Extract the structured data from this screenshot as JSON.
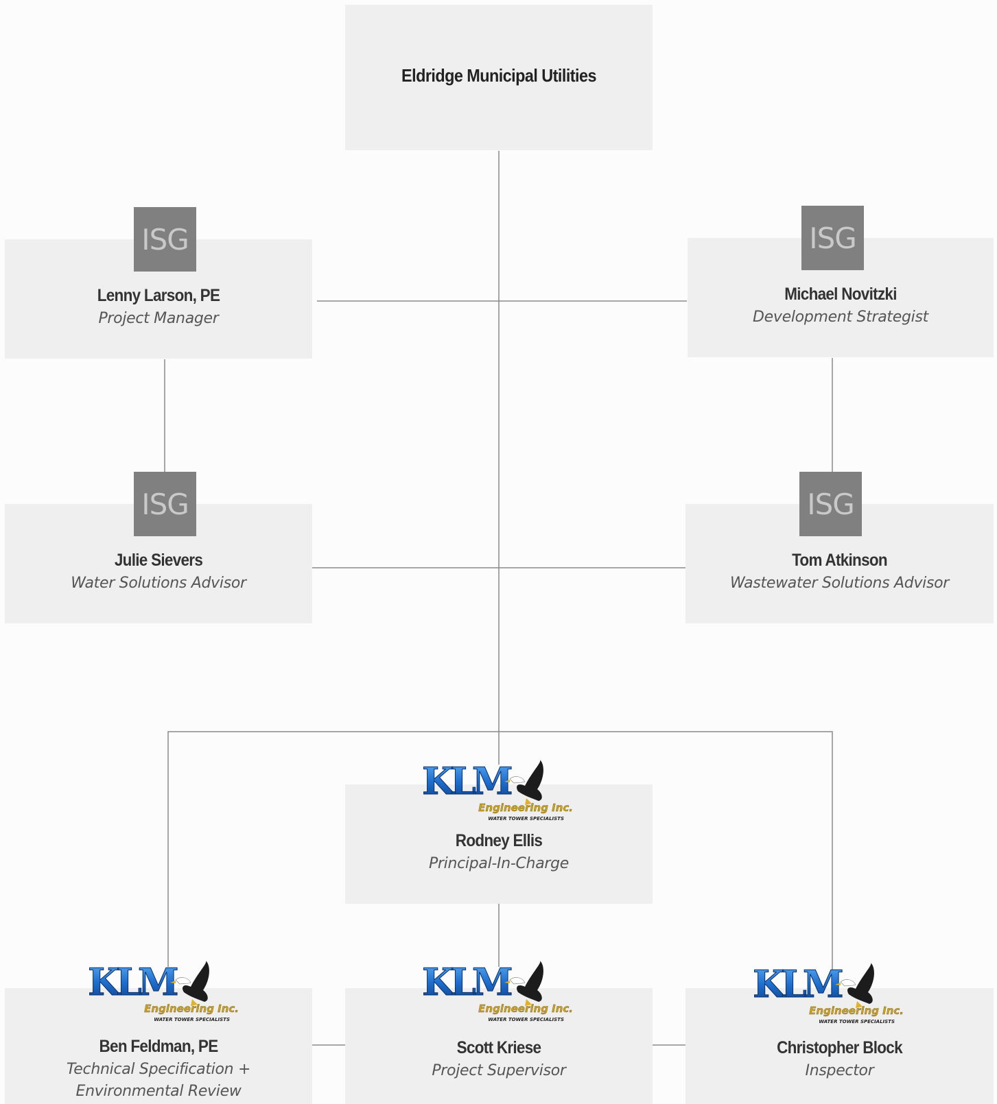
{
  "top": {
    "title": "Eldridge Municipal Utilities"
  },
  "logos": {
    "isg": "ISG",
    "klm": {
      "main": "KLM",
      "sub": "Engineering Inc.",
      "tag": "WATER TOWER SPECIALISTS"
    }
  },
  "people": {
    "lenny": {
      "name": "Lenny Larson, PE",
      "role": "Project Manager",
      "logo": "isg"
    },
    "michael": {
      "name": "Michael Novitzki",
      "role": "Development Strategist",
      "logo": "isg"
    },
    "julie": {
      "name": "Julie Sievers",
      "role": "Water Solutions Advisor",
      "logo": "isg"
    },
    "tom": {
      "name": "Tom Atkinson",
      "role": "Wastewater Solutions Advisor",
      "logo": "isg"
    },
    "rodney": {
      "name": "Rodney Ellis",
      "role": "Principal-In-Charge",
      "logo": "klm"
    },
    "ben": {
      "name": "Ben Feldman, PE",
      "role_line1": "Technical Specification +",
      "role_line2": "Environmental Review",
      "logo": "klm"
    },
    "scott": {
      "name": "Scott Kriese",
      "role": "Project Supervisor",
      "logo": "klm"
    },
    "chris": {
      "name": "Christopher Block",
      "role": "Inspector",
      "logo": "klm"
    }
  },
  "colors": {
    "box": "#efefef",
    "line": "#8a8a8a",
    "isg_badge": "#808080",
    "klm_blue": "#1f6fd0",
    "klm_gold": "#c9a227"
  }
}
